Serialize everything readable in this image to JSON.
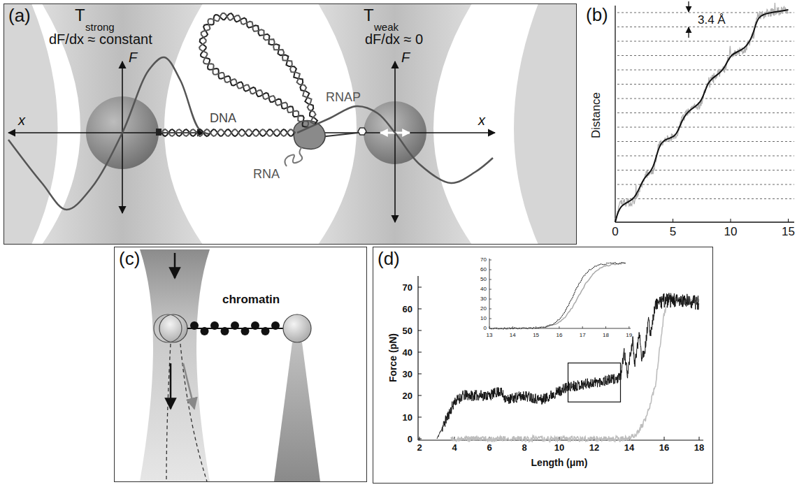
{
  "diagram": {
    "nodes": [
      {
        "text": [
          "(a)"
        ]
      },
      {
        "text": [
          "(b)"
        ]
      },
      {
        "text": [
          "(c)"
        ]
      },
      {
        "text": [
          "(d)"
        ]
      }
    ],
    "labels": [
      "T",
      "strong",
      "dF/dx ≈ constant",
      "T",
      "weak",
      "dF/dx ≈ 0",
      "F",
      "x",
      "F",
      "x",
      "DNA",
      "RNAP",
      "RNA",
      "3.4 Å",
      "Distance",
      "0",
      "5",
      "10",
      "15",
      "chromatin",
      "Force (pN)",
      "Length (μm)",
      "0",
      "10",
      "20",
      "30",
      "40",
      "50",
      "60",
      "70",
      "2",
      "4",
      "6",
      "8",
      "10",
      "12",
      "14",
      "16",
      "18",
      "0",
      "10",
      "20",
      "30",
      "40",
      "50",
      "60",
      "70",
      "13",
      "14",
      "15",
      "16",
      "17",
      "18",
      "19"
    ]
  }
}
